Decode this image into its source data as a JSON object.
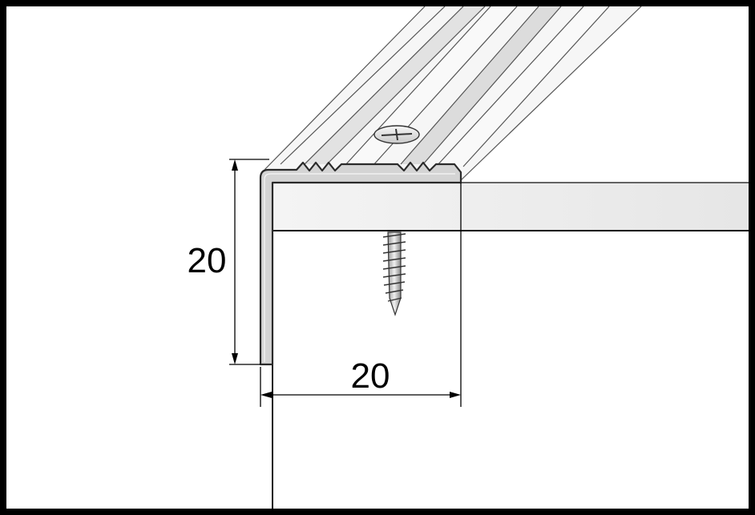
{
  "diagram": {
    "dimensions": {
      "height_label": "20",
      "width_label": "20"
    },
    "colors": {
      "frame": "#000000",
      "background": "#ffffff",
      "profile_fill": "#d4d4d4",
      "profile_stroke": "#2a2a2a",
      "shelf_fill": "#efefef",
      "groove_light": "#f2f2f2",
      "groove_dark": "#bdbdbd"
    },
    "parts": [
      "angle-profile",
      "tread-surface",
      "screw",
      "countersunk-screw-head"
    ]
  }
}
